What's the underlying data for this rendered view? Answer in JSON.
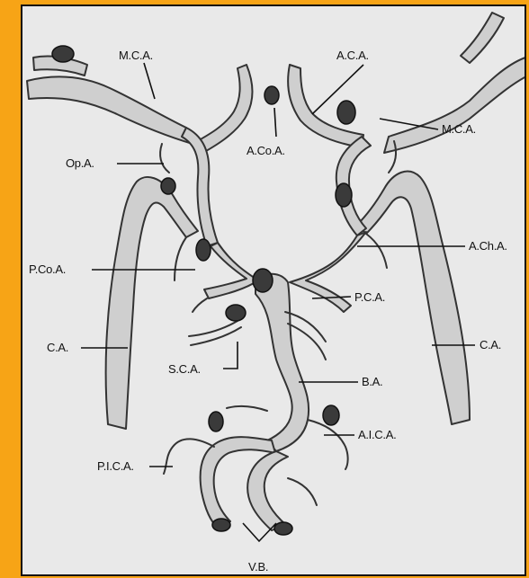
{
  "labels": {
    "mca_left": "M.C.A.",
    "aca": "A.C.A.",
    "mca_right": "M.C.A.",
    "acoa": "A.Co.A.",
    "opa": "Op.A.",
    "acha": "A.Ch.A.",
    "pcoa": "P.Co.A.",
    "pca": "P.C.A.",
    "ca_left": "C.A.",
    "ca_right": "C.A.",
    "sca": "S.C.A.",
    "ba": "B.A.",
    "aica": "A.I.C.A.",
    "pica": "P.I.C.A.",
    "va": "V.B."
  },
  "colors": {
    "border": "#f7a416",
    "panel": "#e9e9e9",
    "vessel": "#cfcfcf",
    "outline": "#333333",
    "aneurysm": "#3a3a3a"
  }
}
